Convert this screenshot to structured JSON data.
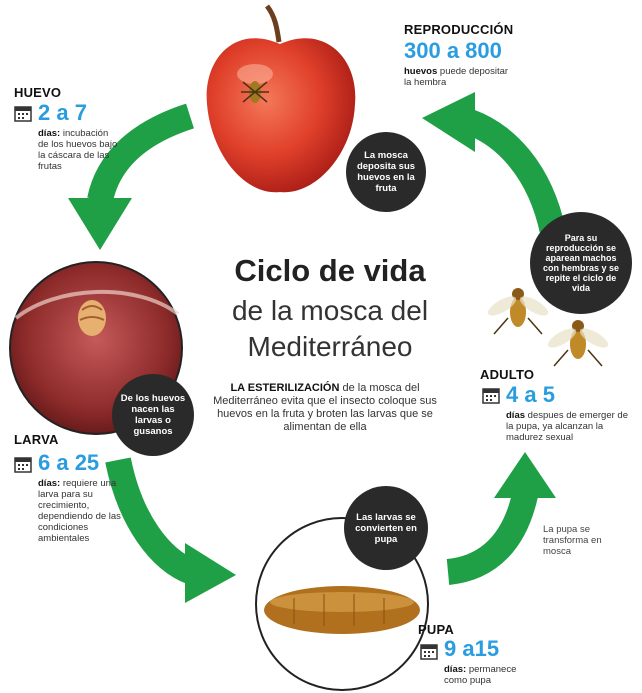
{
  "title": {
    "main": "Ciclo de vida",
    "sub1": "de la mosca del",
    "sub2": "Mediterráneo"
  },
  "intro": {
    "bold": "LA ESTERILIZACIÓN",
    "text": " de la mosca del Mediterráneo evita que el insecto coloque sus huevos en la fruta y broten las larvas que se alimentan de ella"
  },
  "stages": {
    "reproduccion": {
      "title": "REPRODUCCIÓN",
      "num": "300 a 800",
      "bold": "huevos",
      "text": " puede depositar la hembra"
    },
    "huevo": {
      "title": "HUEVO",
      "num": "2 a 7",
      "bold": "días:",
      "text": " incubación de los huevos bajo la cáscara de las frutas"
    },
    "larva": {
      "title": "LARVA",
      "num": "6 a 25",
      "bold": "días:",
      "text": " requiere una larva para su crecimiento, dependiendo de las condiciones ambientales"
    },
    "pupa": {
      "title": "PUPA",
      "num": "9 a15",
      "bold": "días:",
      "text": " permanece como pupa"
    },
    "adulto": {
      "title": "ADULTO",
      "num": "4 a 5",
      "bold": "días",
      "text": " despues de emerger de la pupa, ya alcanzan la madurez sexual"
    }
  },
  "bubbles": {
    "apple": "La mosca deposita sus huevos en la fruta",
    "larva": "De los huevos nacen las larvas o gusanos",
    "pupa": "Las larvas se convierten en pupa",
    "adult": "Para su reproducción se aparean machos con hembras y se repite el ciclo de vida"
  },
  "side_note": "La pupa se transforma en mosca",
  "colors": {
    "arrow": "#1fa046",
    "number": "#2a9de0",
    "bubble": "#2a2a2a"
  }
}
